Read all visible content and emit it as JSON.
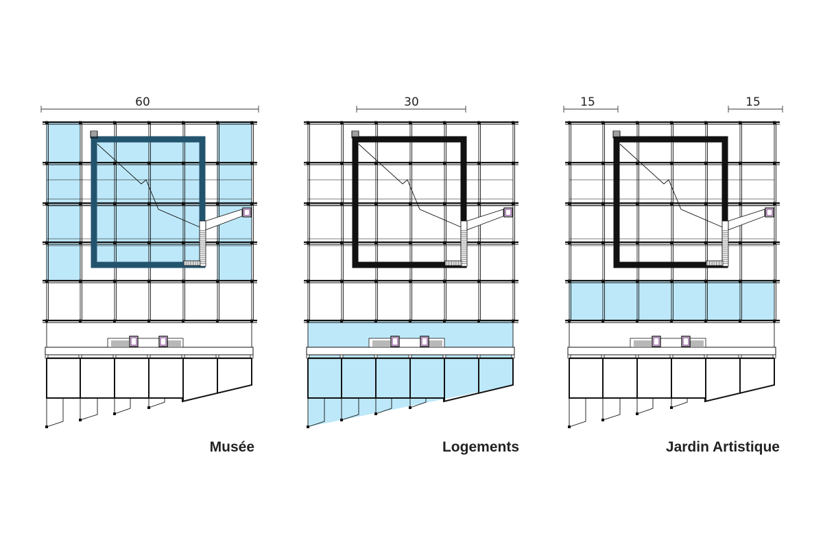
{
  "panels": [
    {
      "caption": "Musée",
      "dimensions": [
        {
          "label": "60"
        }
      ],
      "highlight": "musee",
      "core_color": "#23546e",
      "fill_color": "#bde8f9"
    },
    {
      "caption": "Logements",
      "dimensions": [
        {
          "label": "30"
        }
      ],
      "highlight": "logements",
      "core_color": "#111111",
      "fill_color": "#bde8f9"
    },
    {
      "caption": "Jardin Artistique",
      "dimensions": [
        {
          "label": "15"
        },
        {
          "label": "15"
        }
      ],
      "highlight": "jardin",
      "core_color": "#111111",
      "fill_color": "#bde8f9"
    }
  ],
  "colors": {
    "highlight_fill": "#bde8f9",
    "highlight_stroke": "#7fc8e6",
    "lines": "#111111",
    "accent_purple": "#7a2a8a"
  }
}
